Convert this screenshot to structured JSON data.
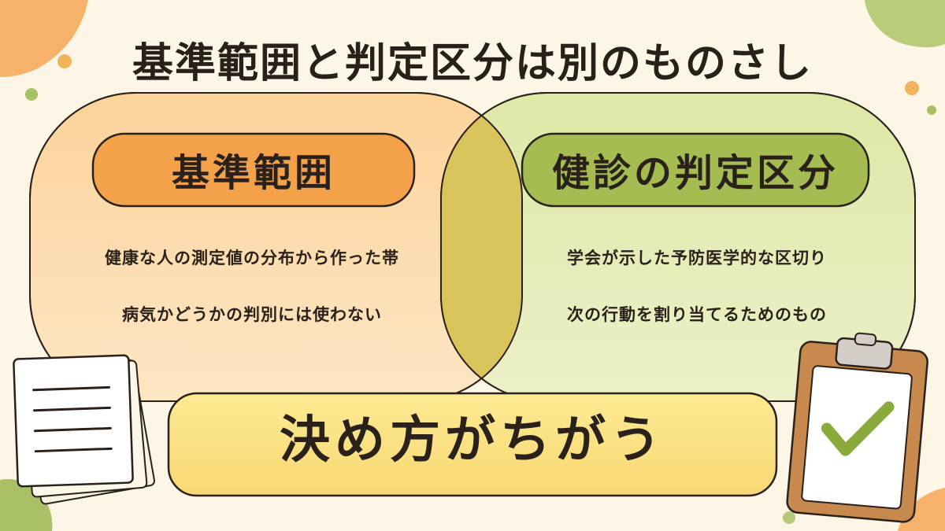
{
  "title": "基準範囲と判定区分は別のものさし",
  "left": {
    "heading": "基準範囲",
    "lines": [
      "健康な人の測定値の分布から作った帯",
      "病気かどうかの判別には使わない"
    ]
  },
  "right": {
    "heading": "健診の判定区分",
    "lines": [
      "学会が示した予防医学的な区切り",
      "次の行動を割り当てるためのもの"
    ]
  },
  "bottom": {
    "text": "決め方がちがう"
  },
  "icons": {
    "left": "stacked-papers-icon",
    "right": "clipboard-check-icon"
  },
  "colors": {
    "background": "#fdf6e6",
    "left_circle": "#fbdcaa",
    "right_circle": "#e3ebb6",
    "overlap": "#d8c45a",
    "left_pill": "#f4a24a",
    "right_pill": "#a4bc52",
    "bottom_box": "#fbe27e",
    "check": "#8aaa3c",
    "outline": "#2b211b"
  }
}
